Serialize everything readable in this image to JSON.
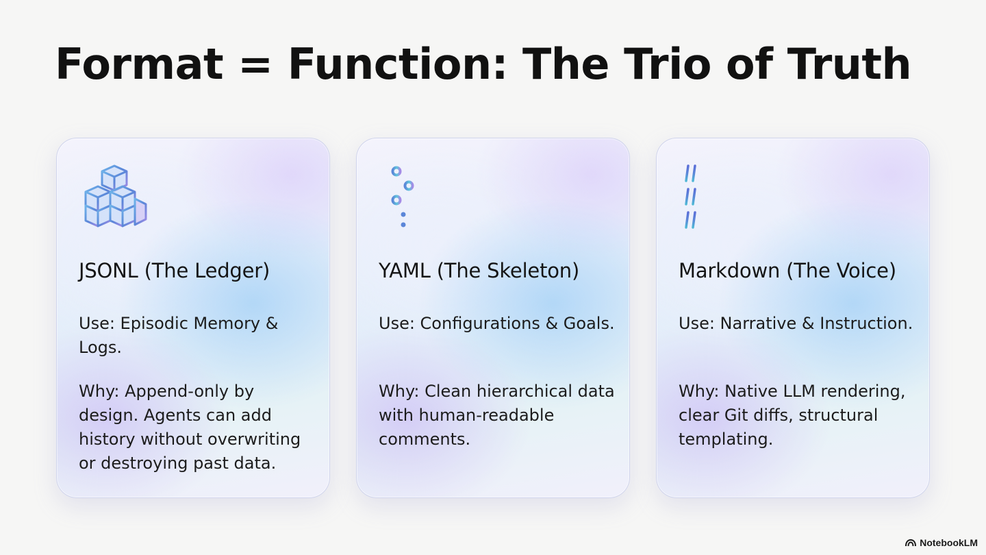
{
  "slide": {
    "title": "Format = Function: The Trio of Truth"
  },
  "cards": [
    {
      "icon": "cubes-icon",
      "title": "JSONL (The Ledger)",
      "use": "Use: Episodic Memory & Logs.",
      "why": "Why: Append-only by design. Agents can add history without overwriting or destroying past data."
    },
    {
      "icon": "hierarchy-list-icon",
      "title": "YAML (The Skeleton)",
      "use": "Use: Configurations & Goals.",
      "why": "Why: Clean hierarchical data with human-readable comments."
    },
    {
      "icon": "hash-heading-icon",
      "title": "Markdown (The Voice)",
      "use": "Use: Narrative & Instruction.",
      "why": "Why: Native LLM rendering, clear Git diffs, structural templating."
    }
  ],
  "brand": {
    "name": "NotebookLM"
  },
  "colors": {
    "icon_blue": "#5b86d8",
    "icon_cyan": "#5fc6dc",
    "icon_purple": "#a48be6",
    "text": "#151515",
    "background": "#f6f6f5"
  }
}
